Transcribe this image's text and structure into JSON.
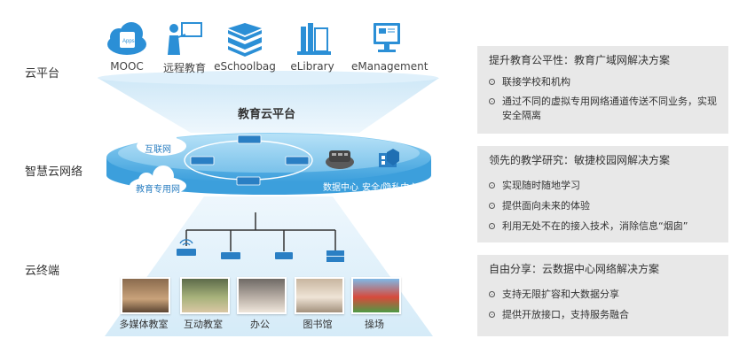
{
  "layers": {
    "cloud_platform": "云平台",
    "smart_cloud_network": "智慧云网络",
    "cloud_terminal": "云终端"
  },
  "apps": [
    {
      "label": "MOOC",
      "icon": "apps-cloud-icon"
    },
    {
      "label": "远程教育",
      "icon": "teacher-board-icon"
    },
    {
      "label": "eSchoolbag",
      "icon": "book-stack-icon"
    },
    {
      "label": "eLibrary",
      "icon": "library-icon"
    },
    {
      "label": "eManagement",
      "icon": "monitor-icon"
    }
  ],
  "platform_title": "教育云平台",
  "network": {
    "internet": "互联网",
    "edu_private_network": "教育专用网",
    "data_center": "数据中心",
    "security": "安全/隐私中心"
  },
  "terminals": [
    "多媒体教室",
    "互动教室",
    "办公",
    "图书馆",
    "操场"
  ],
  "panels": [
    {
      "title": "提升教育公平性：教育广域网解决方案",
      "bullets": [
        "联接学校和机构",
        "通过不同的虚拟专用网络通道传送不同业务，实现安全隔离"
      ]
    },
    {
      "title": "领先的教学研究：敏捷校园网解决方案",
      "bullets": [
        "实现随时随地学习",
        "提供面向未来的体验",
        "利用无处不在的接入技术，消除信息“烟囱”"
      ]
    },
    {
      "title": "自由分享：云数据中心网络解决方案",
      "bullets": [
        "支持无限扩容和大数据分享",
        "提供开放接口，支持服务融合"
      ]
    }
  ],
  "colors": {
    "accent": "#2b8fd6",
    "panel_bg": "#e8e8e8",
    "disk": "#5fb6e6"
  }
}
